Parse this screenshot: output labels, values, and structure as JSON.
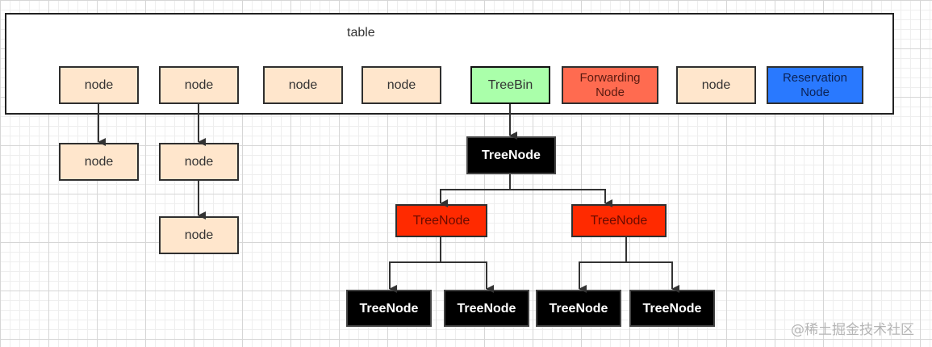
{
  "diagram": {
    "table_label": "table",
    "table_slots": [
      "node",
      "node",
      "node",
      "node",
      "TreeBin",
      "Forwarding\nNode",
      "node",
      "Reservation\nNode"
    ],
    "chain_nodes": [
      "node",
      "node",
      "node"
    ],
    "tree_nodes": [
      "TreeNode",
      "TreeNode",
      "TreeNode",
      "TreeNode",
      "TreeNode",
      "TreeNode",
      "TreeNode"
    ]
  },
  "colors": {
    "node_fill": "#ffe6cc",
    "treebin_fill": "#aaffaa",
    "forwarding_fill": "#ff6b50",
    "reservation_fill": "#2979ff",
    "treenode_black": "#000000",
    "treenode_red": "#ff2a00"
  },
  "watermark": "@稀土掘金技术社区"
}
